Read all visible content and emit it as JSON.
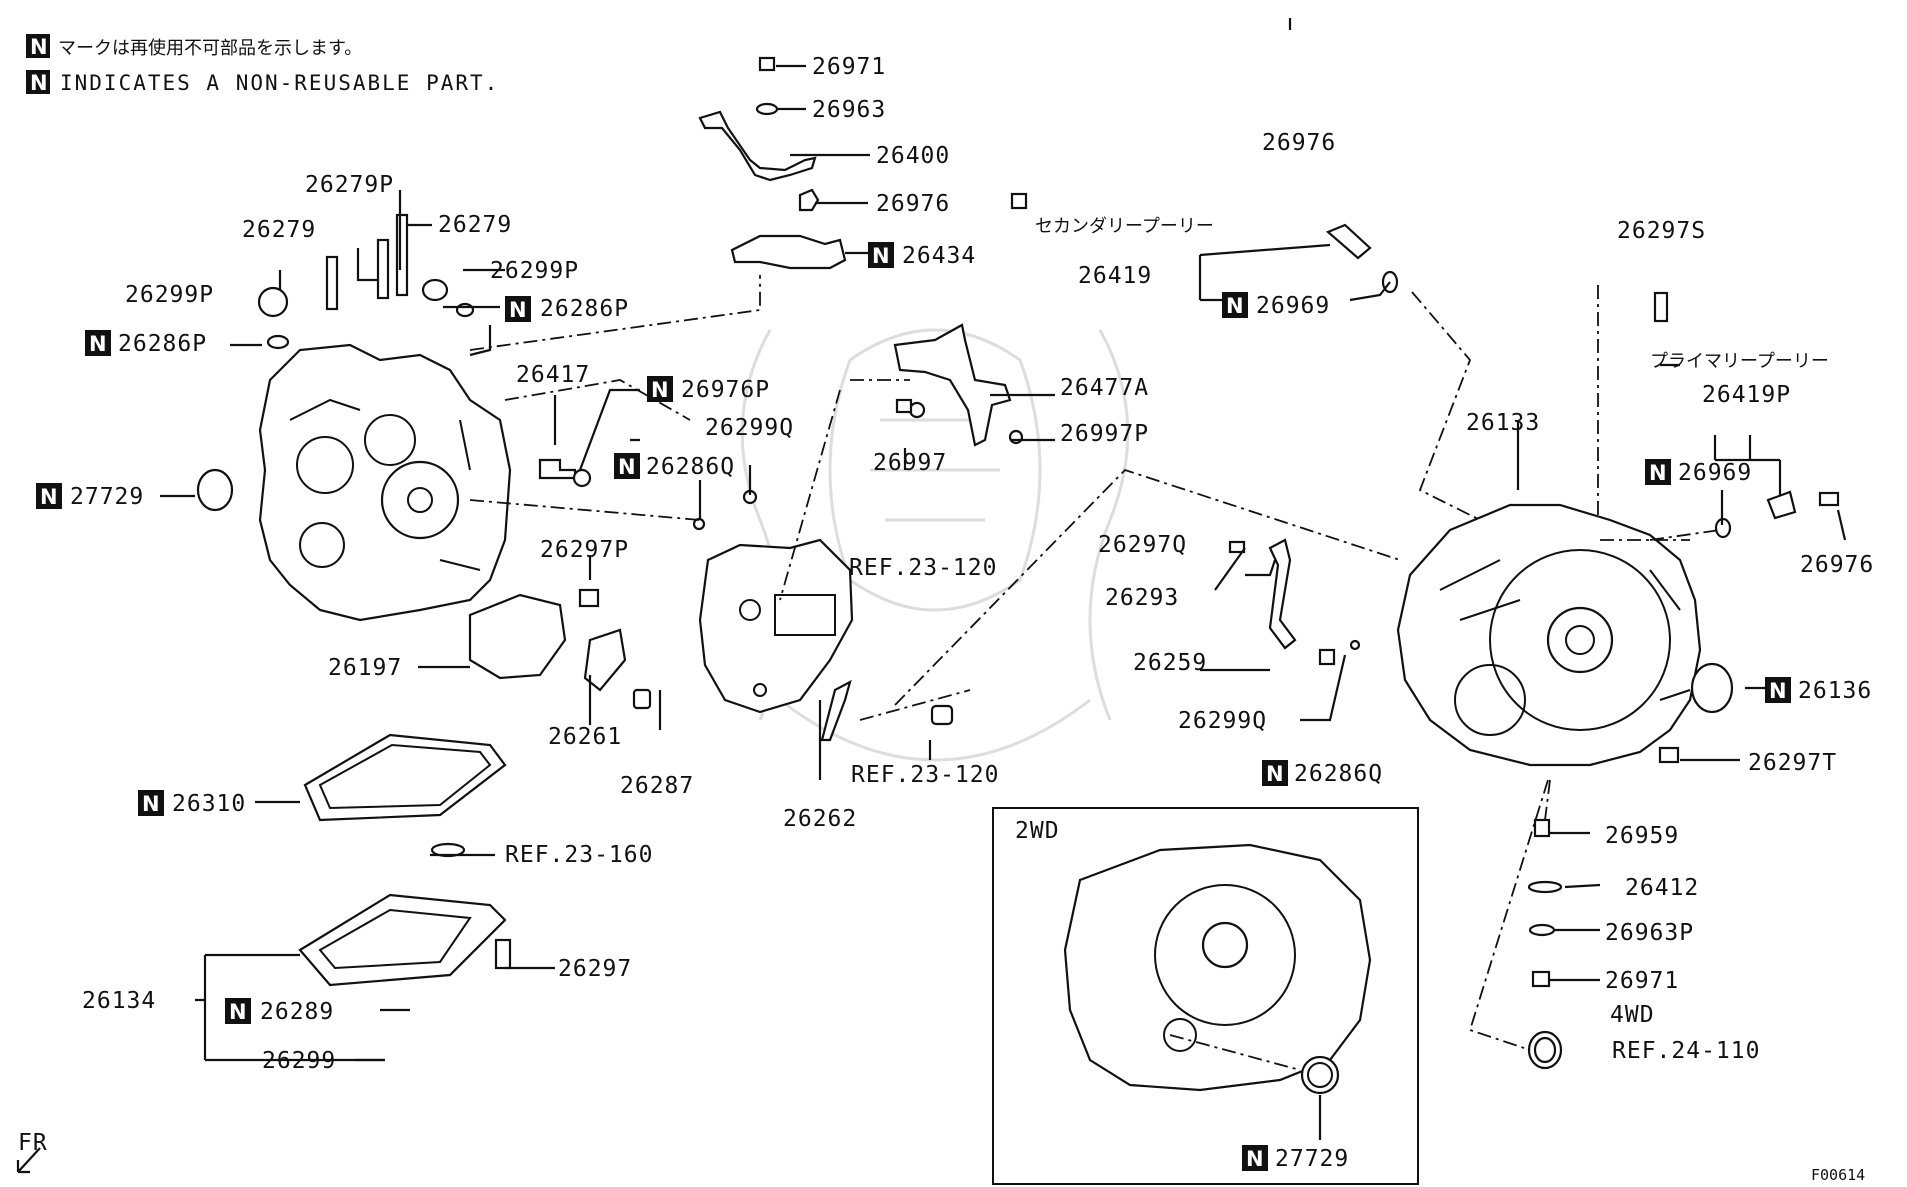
{
  "notes": {
    "symbol": "N",
    "line_jp": "マークは再使用不可部品を示します。",
    "line_en": "INDICATES A NON-REUSABLE PART."
  },
  "figure_code": "F00614",
  "direction": "FR",
  "section_labels": {
    "secondary_pulley": "セカンダリープーリー",
    "primary_pulley": "プライマリープーリー",
    "twowd": "2WD",
    "fourwd": "4WD"
  },
  "callouts": {
    "c26971a": "26971",
    "c26963": "26963",
    "c26400": "26400",
    "c26976a": "26976",
    "c26434": "26434",
    "c26279P": "26279P",
    "c26279a": "26279",
    "c26279b": "26279",
    "c26299Pa": "26299P",
    "c26299Pb": "26299P",
    "c26286Pa": "26286P",
    "c26286Pb": "26286P",
    "c26417": "26417",
    "c26976P": "26976P",
    "c27729a": "27729",
    "c26299Qa": "26299Q",
    "c26286Qa": "26286Q",
    "c26297P": "26297P",
    "c26197": "26197",
    "c26261": "26261",
    "c26287": "26287",
    "c26310": "26310",
    "ref23160": "REF.23-160",
    "c26297": "26297",
    "c26134": "26134",
    "c26289": "26289",
    "c26299": "26299",
    "c26477A": "26477A",
    "c26997P": "26997P",
    "c26997": "26997",
    "ref23120a": "REF.23-120",
    "ref23120b": "REF.23-120",
    "c26262": "26262",
    "c26976b": "26976",
    "c26419": "26419",
    "c26969a": "26969",
    "c26297S": "26297S",
    "c26419P": "26419P",
    "c26969b": "26969",
    "c26976c": "26976",
    "c26133": "26133",
    "c26297Q": "26297Q",
    "c26293": "26293",
    "c26259": "26259",
    "c26299Qb": "26299Q",
    "c26286Qb": "26286Q",
    "c26136": "26136",
    "c26297T": "26297T",
    "c26959": "26959",
    "c26412": "26412",
    "c26963P": "26963P",
    "c26971b": "26971",
    "ref24110": "REF.24-110",
    "c27729b": "27729"
  }
}
